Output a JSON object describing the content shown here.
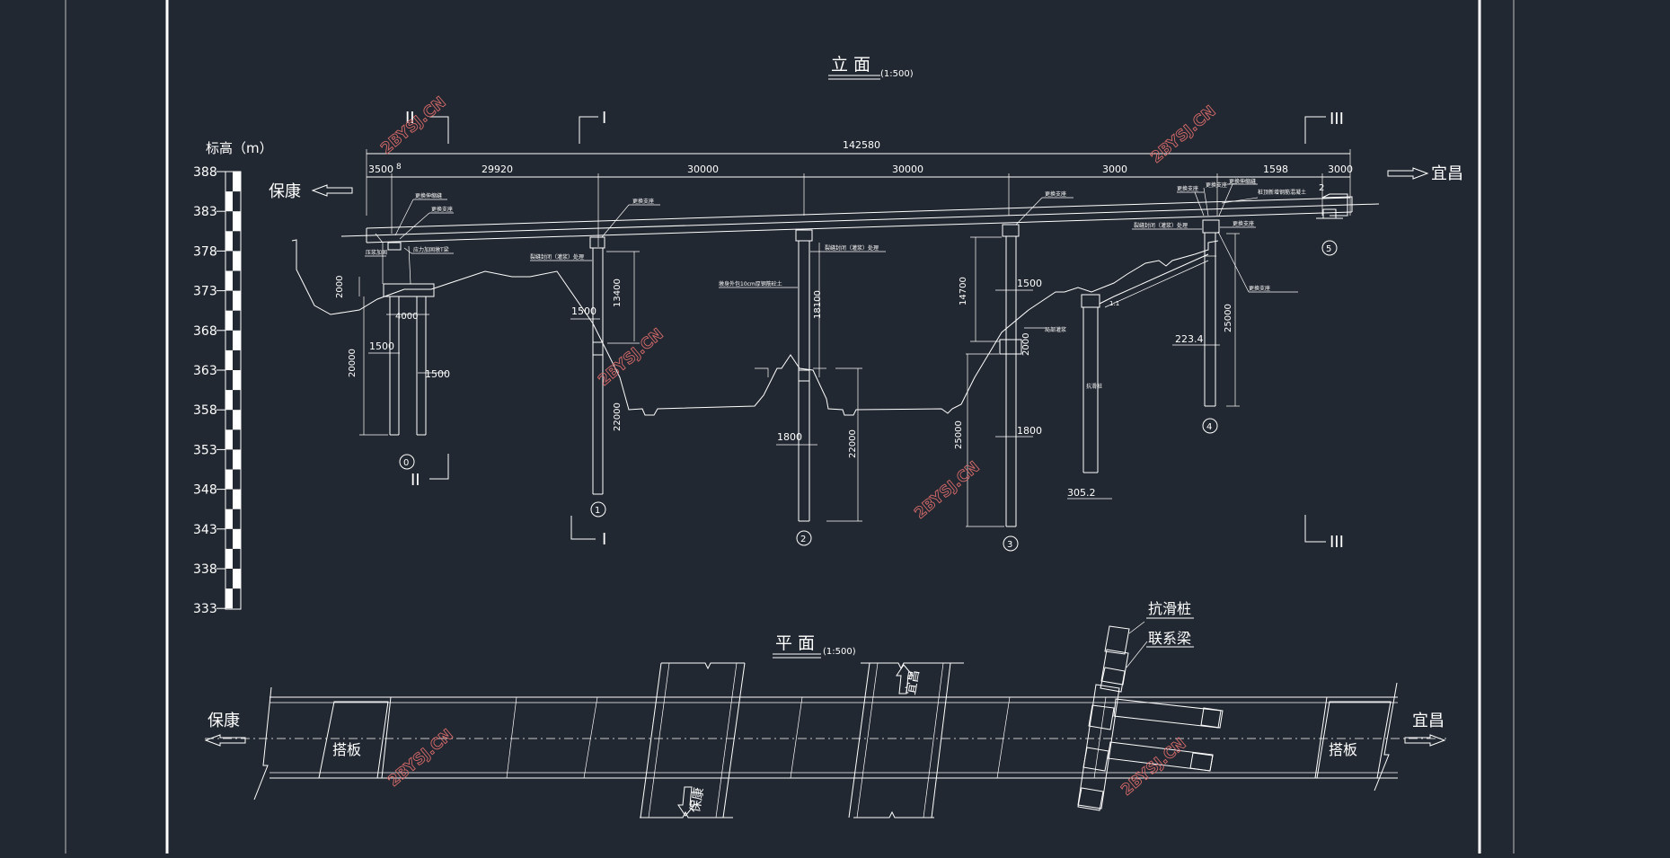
{
  "titles": {
    "elevation": "立 面",
    "elevation_scale": "(1:500)",
    "plan": "平 面",
    "plan_scale": "(1:500)"
  },
  "elev_axis": {
    "title": "标高（m）",
    "ticks": [
      "388",
      "383",
      "378",
      "373",
      "368",
      "363",
      "358",
      "353",
      "348",
      "343",
      "338",
      "333"
    ]
  },
  "directions": {
    "left": "保康",
    "right": "宜昌",
    "plan_left": "保康",
    "plan_right": "宜昌",
    "plan_up": "宜昌",
    "plan_down": "保康"
  },
  "sections": {
    "II": "II",
    "I": "I",
    "III": "III"
  },
  "dimensions": {
    "total": "142580",
    "spans": [
      "3500",
      "29920",
      "30000",
      "30000",
      "3000",
      "1598",
      "3000"
    ],
    "s_mark": "8",
    "mark_2": "2",
    "d2000a": "2000",
    "d4000": "4000",
    "d1500a": "1500",
    "d1500b": "1500",
    "d20000": "20000",
    "d1500c": "1500",
    "d13400": "13400",
    "d22000a": "22000",
    "d18100": "18100",
    "d1800a": "1800",
    "d22000b": "22000",
    "d14700": "14700",
    "d1500d": "1500",
    "d2000b": "2000",
    "d25000a": "25000",
    "d1800b": "1800",
    "d305": "305.2",
    "d223": "223.4",
    "d25000b": "25000",
    "ratio": "1:1"
  },
  "piers": [
    "0",
    "1",
    "2",
    "3",
    "4",
    "5"
  ],
  "notes": {
    "n1": "更换伸缩缝",
    "n2": "更换支座",
    "n3": "压浆加固",
    "n4": "应力加固墩T梁",
    "n5": "更换支座",
    "n6": "裂缝封闭（灌浆）处理",
    "n7": "裂缝封闭（灌浆）处理",
    "n8": "墩身外包10cm厚钢筋砼土",
    "n9": "更换支座",
    "n10": "局部灌浆",
    "n11": "更换支座",
    "n12": "更换伸缩缝",
    "n13": "更换支座",
    "n14": "裂缝封闭（灌浆）处理",
    "n15": "更换支座",
    "n16": "桩顶新增钢筋混凝土",
    "n17": "抗滑桩",
    "n18": "更换支座"
  },
  "plan_labels": {
    "slab_left": "搭板",
    "slab_right": "搭板",
    "anti_slide": "抗滑桩",
    "tie_beam": "联系梁"
  },
  "watermark": "2BYSJ.CN"
}
